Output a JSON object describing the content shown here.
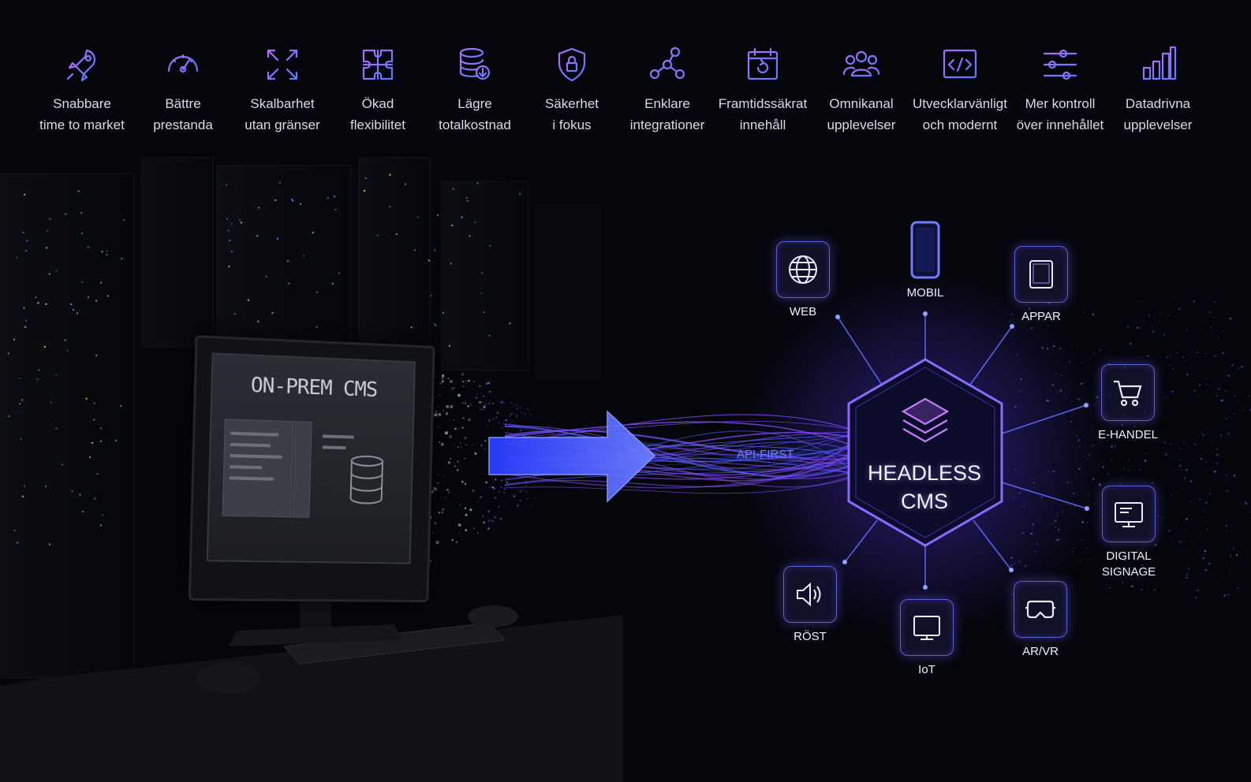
{
  "benefits": [
    {
      "icon": "rocket-icon",
      "line1": "Snabbare",
      "line2": "time to market"
    },
    {
      "icon": "speedometer-icon",
      "line1": "Bättre",
      "line2": "prestanda"
    },
    {
      "icon": "expand-arrows-icon",
      "line1": "Skalbarhet",
      "line2": "utan gränser"
    },
    {
      "icon": "puzzle-icon",
      "line1": "Ökad",
      "line2": "flexibilitet"
    },
    {
      "icon": "database-download-icon",
      "line1": "Lägre",
      "line2": "totalkostnad"
    },
    {
      "icon": "shield-lock-icon",
      "line1": "Säkerhet",
      "line2": "i fokus"
    },
    {
      "icon": "network-nodes-icon",
      "line1": "Enklare",
      "line2": "integrationer"
    },
    {
      "icon": "calendar-refresh-icon",
      "line1": "Framtidssäkrat",
      "line2": "innehåll"
    },
    {
      "icon": "users-icon",
      "line1": "Omnikanal",
      "line2": "upplevelser"
    },
    {
      "icon": "code-window-icon",
      "line1": "Utvecklarvänligt",
      "line2": "och modernt"
    },
    {
      "icon": "sliders-icon",
      "line1": "Mer kontroll",
      "line2": "över innehållet"
    },
    {
      "icon": "bar-chart-icon",
      "line1": "Datadrivna",
      "line2": "upplevelser"
    }
  ],
  "onprem": {
    "title": "ON-PREM CMS"
  },
  "arrow": {
    "label": "API-FIRST"
  },
  "hub": {
    "line1": "HEADLESS",
    "line2": "CMS",
    "icon": "layers-icon"
  },
  "channels": {
    "web": {
      "label": "WEB",
      "icon": "globe-icon"
    },
    "mobil": {
      "label": "MOBIL",
      "icon": "smartphone-icon"
    },
    "appar": {
      "label": "APPAR",
      "icon": "tablet-icon"
    },
    "ehandel": {
      "label": "E-HANDEL",
      "icon": "cart-icon"
    },
    "signage": {
      "line1": "DIGITAL",
      "line2": "SIGNAGE",
      "icon": "display-icon"
    },
    "arvr": {
      "label": "AR/VR",
      "icon": "vr-headset-icon"
    },
    "iot": {
      "label": "IoT",
      "icon": "monitor-icon"
    },
    "rost": {
      "label": "RÖST",
      "icon": "speaker-icon"
    }
  },
  "colors": {
    "accent": "#6c78ff",
    "purple": "#9b5cff",
    "bg": "#05060c"
  }
}
